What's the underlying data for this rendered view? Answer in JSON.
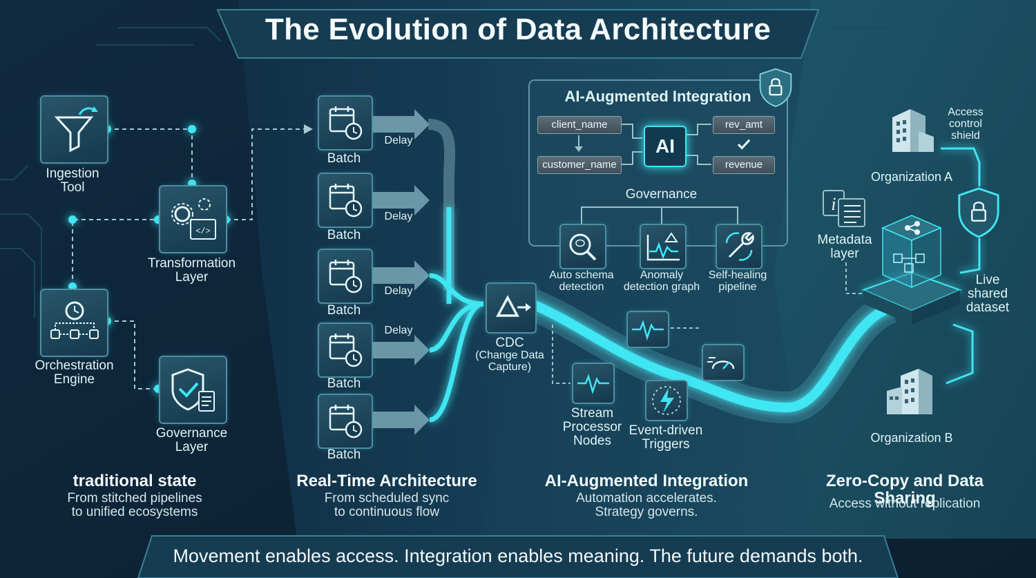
{
  "title": "The Evolution of Data Architecture",
  "traditional": {
    "ingestion": "Ingestion\nTool",
    "transformation": "Transformation\nLayer",
    "orchestration": "Orchestration\nEngine",
    "governance": "Governance\nLayer",
    "title": "traditional state",
    "subtitle": "From stitched pipelines\nto unified ecosystems"
  },
  "realtime": {
    "batches": [
      "Batch",
      "Batch",
      "Batch",
      "Batch",
      "Batch"
    ],
    "delays": [
      "Delay",
      "Delay",
      "Delay",
      "Delay"
    ],
    "cdc": "CDC",
    "cdc_sub": "(Change Data\nCapture)",
    "title": "Real-Time Architecture",
    "subtitle": "From scheduled sync\nto continuous flow"
  },
  "ai": {
    "panel_title": "AI-Augmented Integration",
    "client_name": "client_name",
    "customer_name": "customer_name",
    "ai_chip": "AI",
    "rev_amt": "rev_amt",
    "revenue": "revenue",
    "governance": "Governance",
    "auto_schema": "Auto schema\ndetection",
    "anomaly": "Anomaly\ndetection graph",
    "self_healing": "Self-healing\npipeline",
    "stream": "Stream\nProcessor\nNodes",
    "triggers": "Event-driven\nTriggers",
    "title": "AI-Augmented Integration",
    "subtitle": "Automation accelerates.\nStrategy governs."
  },
  "zerocopy": {
    "org_a": "Organization A",
    "org_b": "Organization B",
    "access_shield": "Access\ncontrol\nshield",
    "metadata": "Metadata\nlayer",
    "live_dataset": "Live\nshared\ndataset",
    "title": "Zero-Copy and Data Sharing",
    "subtitle": "Access without replication"
  },
  "footer": "Movement enables access. Integration enables meaning. The future demands both.",
  "colors": {
    "accent": "#3fe6f2",
    "card_border": "#4f8ea0",
    "background": "#0d2236"
  },
  "icons": [
    "funnel-icon",
    "gears-code-icon",
    "workflow-clock-icon",
    "shield-check-icon",
    "calendar-clock-icon",
    "cdc-delta-icon",
    "ai-chip-icon",
    "magnify-brain-icon",
    "anomaly-graph-icon",
    "wrench-icon",
    "heartbeat-icon",
    "lightning-icon",
    "lock-shield-icon",
    "building-icon",
    "share-cube-icon",
    "metadata-doc-icon"
  ]
}
